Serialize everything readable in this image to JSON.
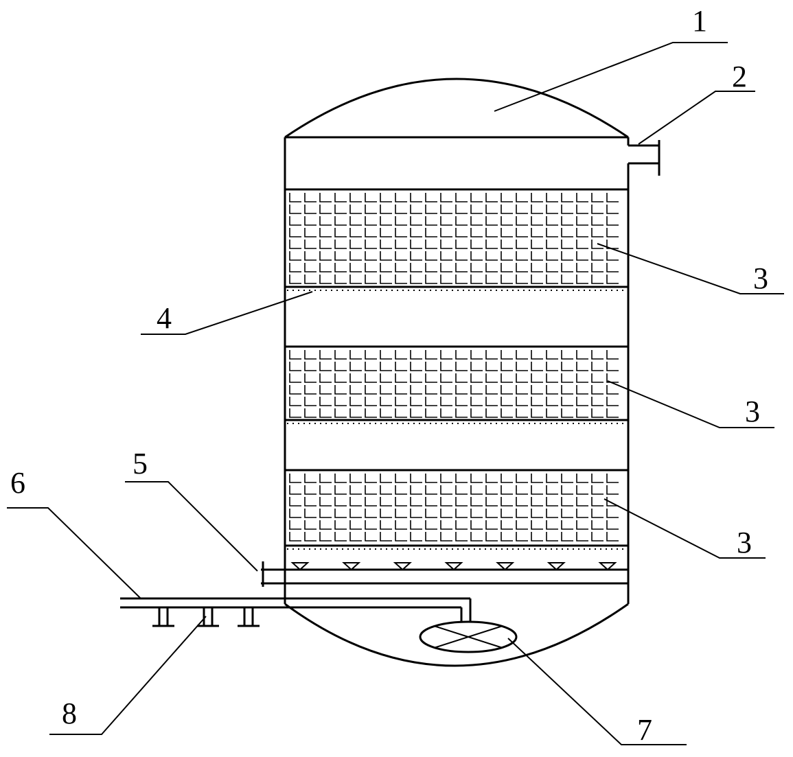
{
  "diagram": {
    "labels": {
      "l1": "1",
      "l2": "2",
      "l3a": "3",
      "l3b": "3",
      "l3c": "3",
      "l4": "4",
      "l5": "5",
      "l6": "6",
      "l7": "7",
      "l8": "8"
    },
    "packing_layers": 3,
    "nozzles": 7,
    "vent_pipes": 3
  }
}
